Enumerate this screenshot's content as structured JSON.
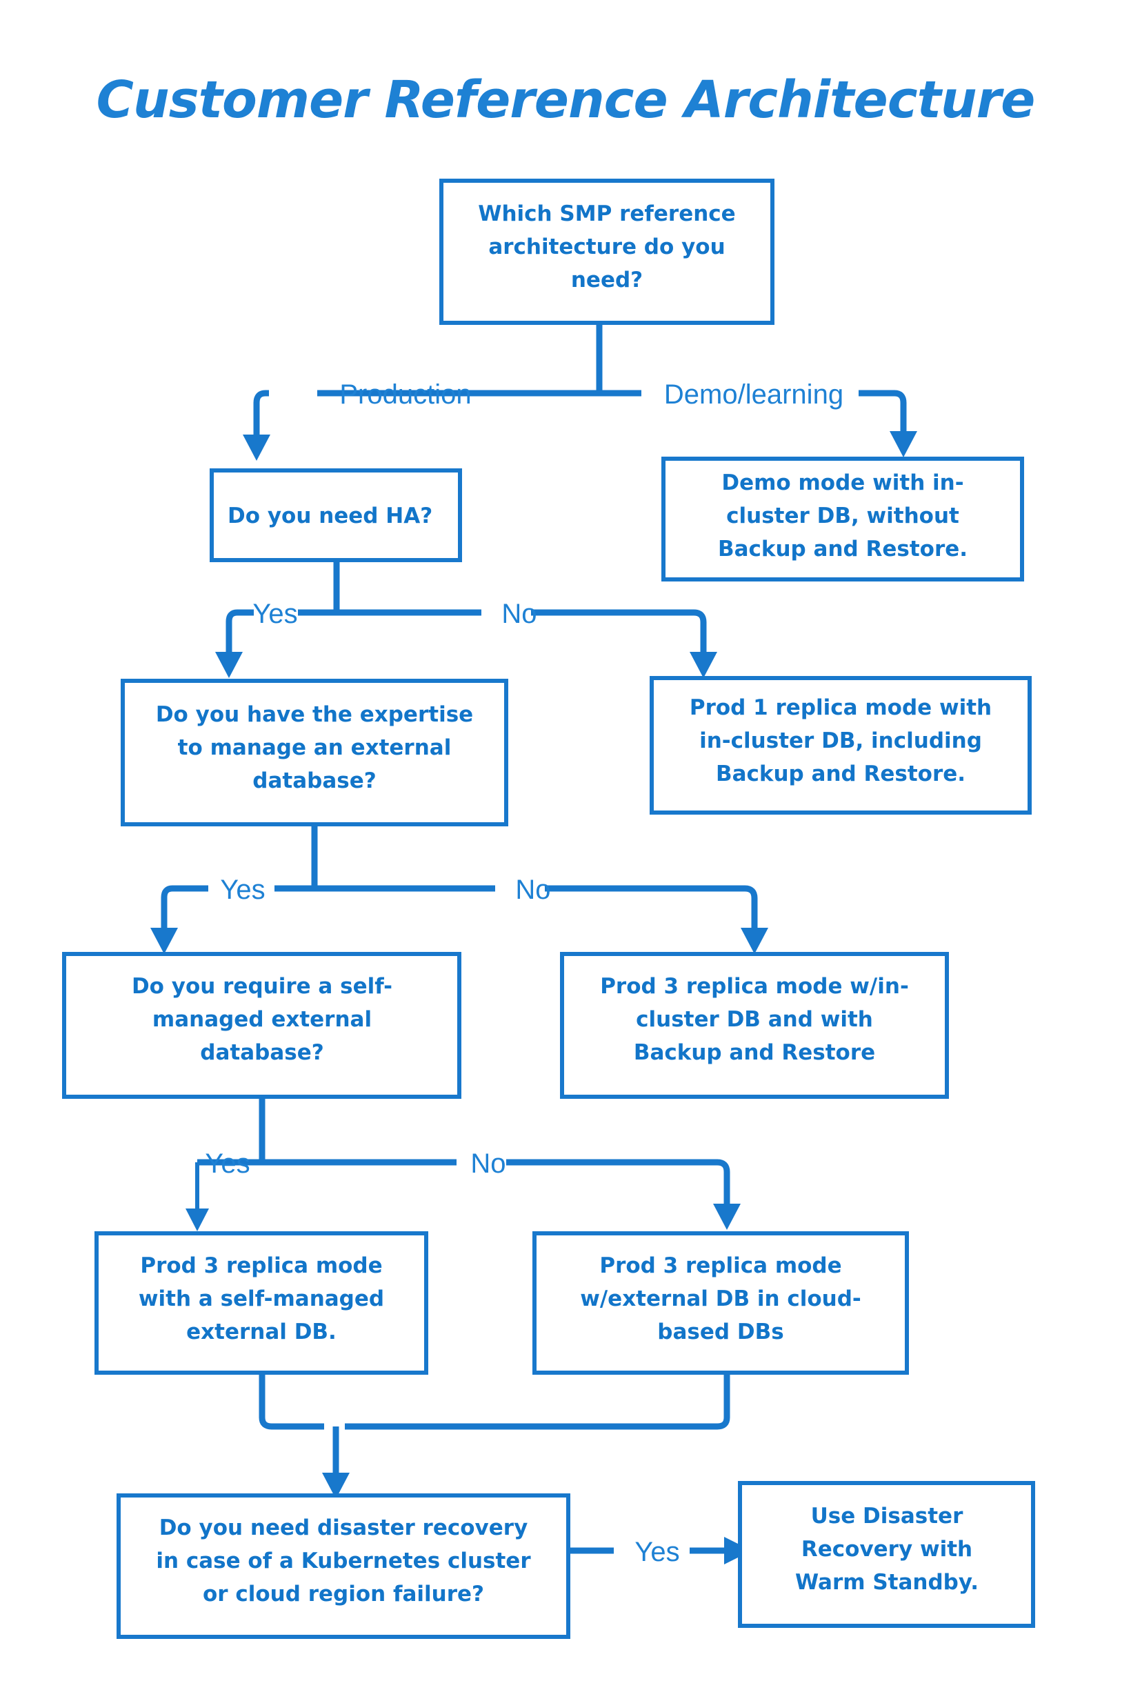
{
  "page": {
    "title": "Customer Reference Architecture",
    "background_color": "#FFFFFF",
    "accent_color": "#1878CC",
    "text_color": "#1275C9"
  },
  "chart_data": {
    "type": "diagram",
    "diagram_kind": "decision-flowchart",
    "title": "Customer Reference Architecture"
  },
  "nodes": {
    "root": {
      "id": "root",
      "kind": "decision",
      "lines": [
        "Which SMP reference",
        "architecture do you",
        "need?"
      ],
      "align": "center"
    },
    "need_ha": {
      "id": "need-ha",
      "kind": "decision",
      "lines": [
        "Do you need HA?"
      ],
      "align": "left"
    },
    "demo_mode": {
      "id": "demo-mode",
      "kind": "outcome",
      "lines": [
        "Demo mode with in-",
        "cluster DB, without",
        "Backup and Restore."
      ],
      "align": "center"
    },
    "expertise": {
      "id": "expertise",
      "kind": "decision",
      "lines": [
        "Do you have the expertise",
        "to manage an external",
        "database?"
      ],
      "align": "center"
    },
    "prod1": {
      "id": "prod-1-replica",
      "kind": "outcome",
      "lines": [
        "Prod 1 replica mode with",
        "in-cluster DB, including",
        "Backup and Restore."
      ],
      "align": "center"
    },
    "self_managed": {
      "id": "self-managed-external-db",
      "kind": "decision",
      "lines": [
        "Do you require a self-",
        "managed external",
        "database?"
      ],
      "align": "center"
    },
    "prod3_incluster": {
      "id": "prod-3-replica-in-cluster",
      "kind": "outcome",
      "lines": [
        "Prod 3 replica mode w/in-",
        "cluster DB and with",
        "Backup and Restore"
      ],
      "align": "center"
    },
    "prod3_selfmanaged": {
      "id": "prod-3-replica-self-managed",
      "kind": "outcome",
      "lines": [
        "Prod 3 replica mode",
        "with a self-managed",
        "external DB."
      ],
      "align": "center"
    },
    "prod3_cloud": {
      "id": "prod-3-replica-cloud",
      "kind": "outcome",
      "lines": [
        "Prod 3 replica mode",
        "w/external DB in cloud-",
        "based DBs"
      ],
      "align": "center"
    },
    "disaster_recovery": {
      "id": "disaster-recovery-question",
      "kind": "decision",
      "lines": [
        "Do you need disaster recovery",
        "in case of a Kubernetes cluster",
        "or cloud region failure?"
      ],
      "align": "center"
    },
    "warm_standby": {
      "id": "warm-standby",
      "kind": "outcome",
      "lines": [
        "Use Disaster",
        "Recovery with",
        "Warm Standby."
      ],
      "align": "center"
    }
  },
  "edge_labels": {
    "production": "Production",
    "demo_learning": "Demo/learning",
    "ha_yes": "Yes",
    "ha_no": "No",
    "expertise_yes": "Yes",
    "expertise_no": "No",
    "selfmanaged_yes": "Yes",
    "selfmanaged_no": "No",
    "dr_yes": "Yes"
  }
}
